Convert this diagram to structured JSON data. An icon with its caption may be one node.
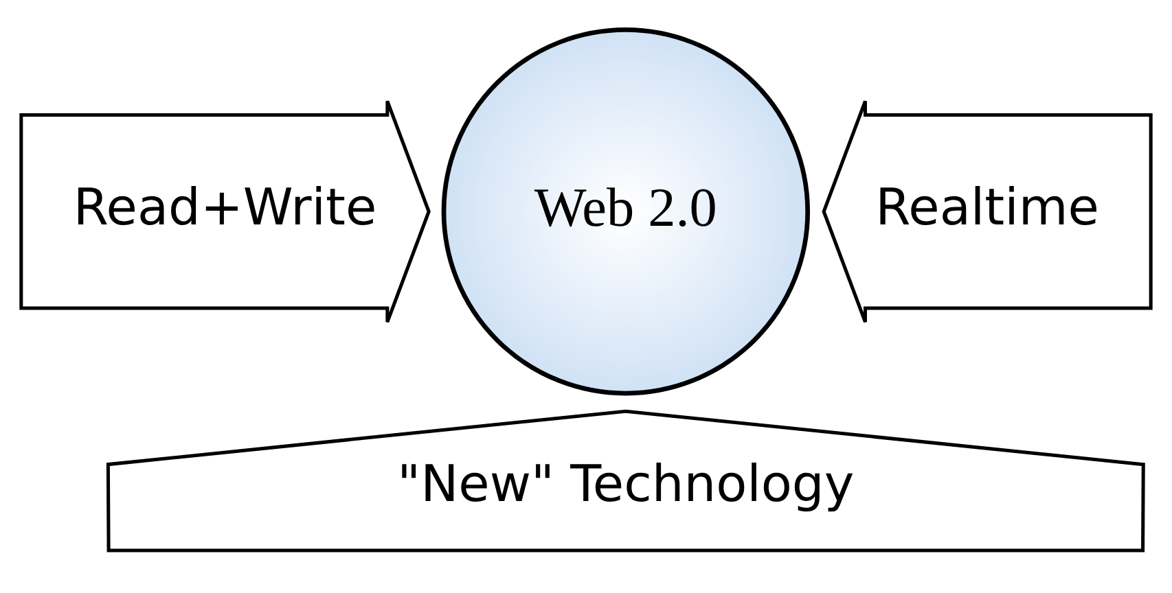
{
  "diagram": {
    "nodes": [
      {
        "text": [
          "Read+Write"
        ]
      },
      {
        "text": [
          "Web 2.0"
        ]
      },
      {
        "text": [
          "Realtime"
        ]
      },
      {
        "text": [
          "\"New\" Technology"
        ]
      }
    ]
  }
}
